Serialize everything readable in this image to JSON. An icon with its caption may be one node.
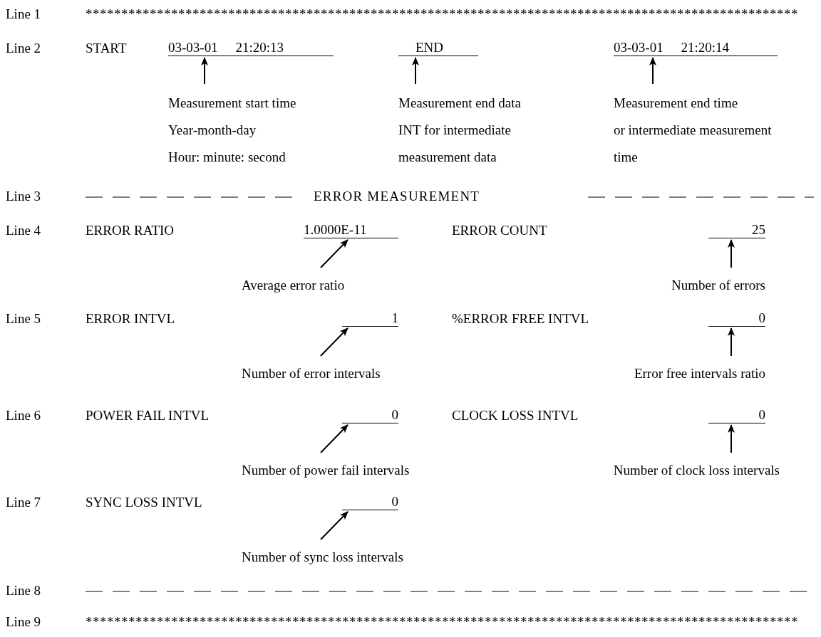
{
  "diagram": {
    "nodes": [
      {
        "text": [
          "03-03-01 21:20:13"
        ]
      },
      {
        "text": [
          "END"
        ]
      },
      {
        "text": [
          "03-03-01 21:20:14"
        ]
      },
      {
        "text": [
          "Measurement start time",
          "Year-month-day",
          "Hour: minute: second"
        ]
      },
      {
        "text": [
          "Measurement end data",
          "INT for intermediate measurement data"
        ]
      },
      {
        "text": [
          "Measurement end time",
          "or intermediate measurement time"
        ]
      },
      {
        "text": [
          "1.0000E-11"
        ]
      },
      {
        "text": [
          "25"
        ]
      },
      {
        "text": [
          "Average error ratio"
        ]
      },
      {
        "text": [
          "Number of errors"
        ]
      },
      {
        "text": [
          "1"
        ]
      },
      {
        "text": [
          "0"
        ]
      },
      {
        "text": [
          "Number of error intervals"
        ]
      },
      {
        "text": [
          "Error free intervals ratio"
        ]
      },
      {
        "text": [
          "0"
        ]
      },
      {
        "text": [
          "0"
        ]
      },
      {
        "text": [
          "Number of power fail intervals"
        ]
      },
      {
        "text": [
          "Number of clock loss intervals"
        ]
      },
      {
        "text": [
          "0"
        ]
      },
      {
        "text": [
          "Number of sync loss intervals"
        ]
      }
    ],
    "edges": [
      {
        "from": 3,
        "to": 0,
        "arrow": "to"
      },
      {
        "from": 4,
        "to": 1,
        "arrow": "to"
      },
      {
        "from": 5,
        "to": 2,
        "arrow": "to"
      },
      {
        "from": 8,
        "to": 6,
        "arrow": "to"
      },
      {
        "from": 9,
        "to": 7,
        "arrow": "to"
      },
      {
        "from": 12,
        "to": 10,
        "arrow": "to"
      },
      {
        "from": 13,
        "to": 11,
        "arrow": "to"
      },
      {
        "from": 16,
        "to": 14,
        "arrow": "to"
      },
      {
        "from": 17,
        "to": 15,
        "arrow": "to"
      },
      {
        "from": 19,
        "to": 18,
        "arrow": "to"
      }
    ],
    "labels": [
      "Line 1",
      "****************************************************************************************************",
      "Line 2",
      "START",
      "Line 3",
      "ERROR MEASUREMENT",
      "Line 4",
      "ERROR RATIO",
      "ERROR COUNT",
      "Line 5",
      "ERROR INTVL",
      "%ERROR FREE INTVL",
      "Line 6",
      "POWER FAIL INTVL",
      "CLOCK LOSS INTVL",
      "Line 7",
      "SYNC LOSS INTVL",
      "Line 8",
      "Line 9",
      "****************************************************************************************************"
    ]
  }
}
